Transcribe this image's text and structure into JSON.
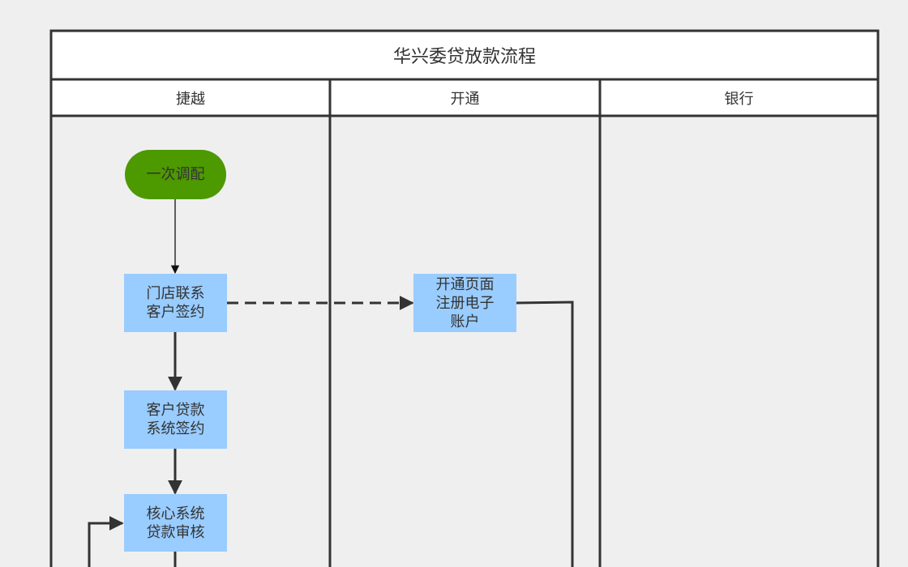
{
  "diagram": {
    "title": "华兴委贷放款流程",
    "lanes": [
      {
        "id": "jieyue",
        "label": "捷越"
      },
      {
        "id": "kaitong",
        "label": "开通"
      },
      {
        "id": "yinhang",
        "label": "银行"
      }
    ],
    "nodes": [
      {
        "id": "n1",
        "type": "start",
        "lane": "jieyue",
        "text": "一次调配"
      },
      {
        "id": "n2",
        "type": "process",
        "lane": "jieyue",
        "text": "门店联系\n客户签约"
      },
      {
        "id": "n3",
        "type": "process",
        "lane": "kaitong",
        "text": "开通页面\n注册电子\n账户"
      },
      {
        "id": "n4",
        "type": "process",
        "lane": "jieyue",
        "text": "客户贷款\n系统签约"
      },
      {
        "id": "n5",
        "type": "process",
        "lane": "jieyue",
        "text": "核心系统\n贷款审核"
      }
    ],
    "edges": [
      {
        "from": "n1",
        "to": "n2",
        "style": "solid"
      },
      {
        "from": "n2",
        "to": "n3",
        "style": "dashed"
      },
      {
        "from": "n2",
        "to": "n4",
        "style": "solid"
      },
      {
        "from": "n4",
        "to": "n5",
        "style": "solid"
      }
    ],
    "colors": {
      "start_fill": "#4d9900",
      "process_fill": "#99ccff",
      "line": "#333333",
      "background": "#efefef"
    }
  }
}
